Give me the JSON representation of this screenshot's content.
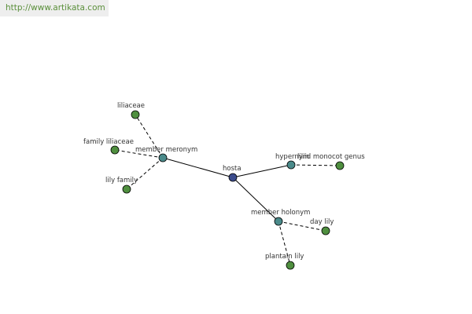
{
  "banner": {
    "url": "http://www.artikata.com"
  },
  "colors": {
    "center": "#3b4b8c",
    "relation": "#4a8a8a",
    "leaf": "#4f8f3f",
    "banner_text": "#5a8f3a"
  },
  "nodes": {
    "hosta": {
      "label": "hosta",
      "kind": "center"
    },
    "member_meronym": {
      "label": "member meronym",
      "kind": "relation"
    },
    "hypernym": {
      "label": "hypernym",
      "kind": "relation"
    },
    "member_holonym": {
      "label": "member holonym",
      "kind": "relation"
    },
    "liliaceae": {
      "label": "liliaceae",
      "kind": "leaf"
    },
    "family_liliaceae": {
      "label": "family liliaceae",
      "kind": "leaf"
    },
    "lily_family": {
      "label": "lily family",
      "kind": "leaf"
    },
    "liliid_monocot_genus": {
      "label": "liliid monocot genus",
      "kind": "leaf"
    },
    "day_lily": {
      "label": "day lily",
      "kind": "leaf"
    },
    "plantain_lily": {
      "label": "plantain lily",
      "kind": "leaf"
    }
  }
}
